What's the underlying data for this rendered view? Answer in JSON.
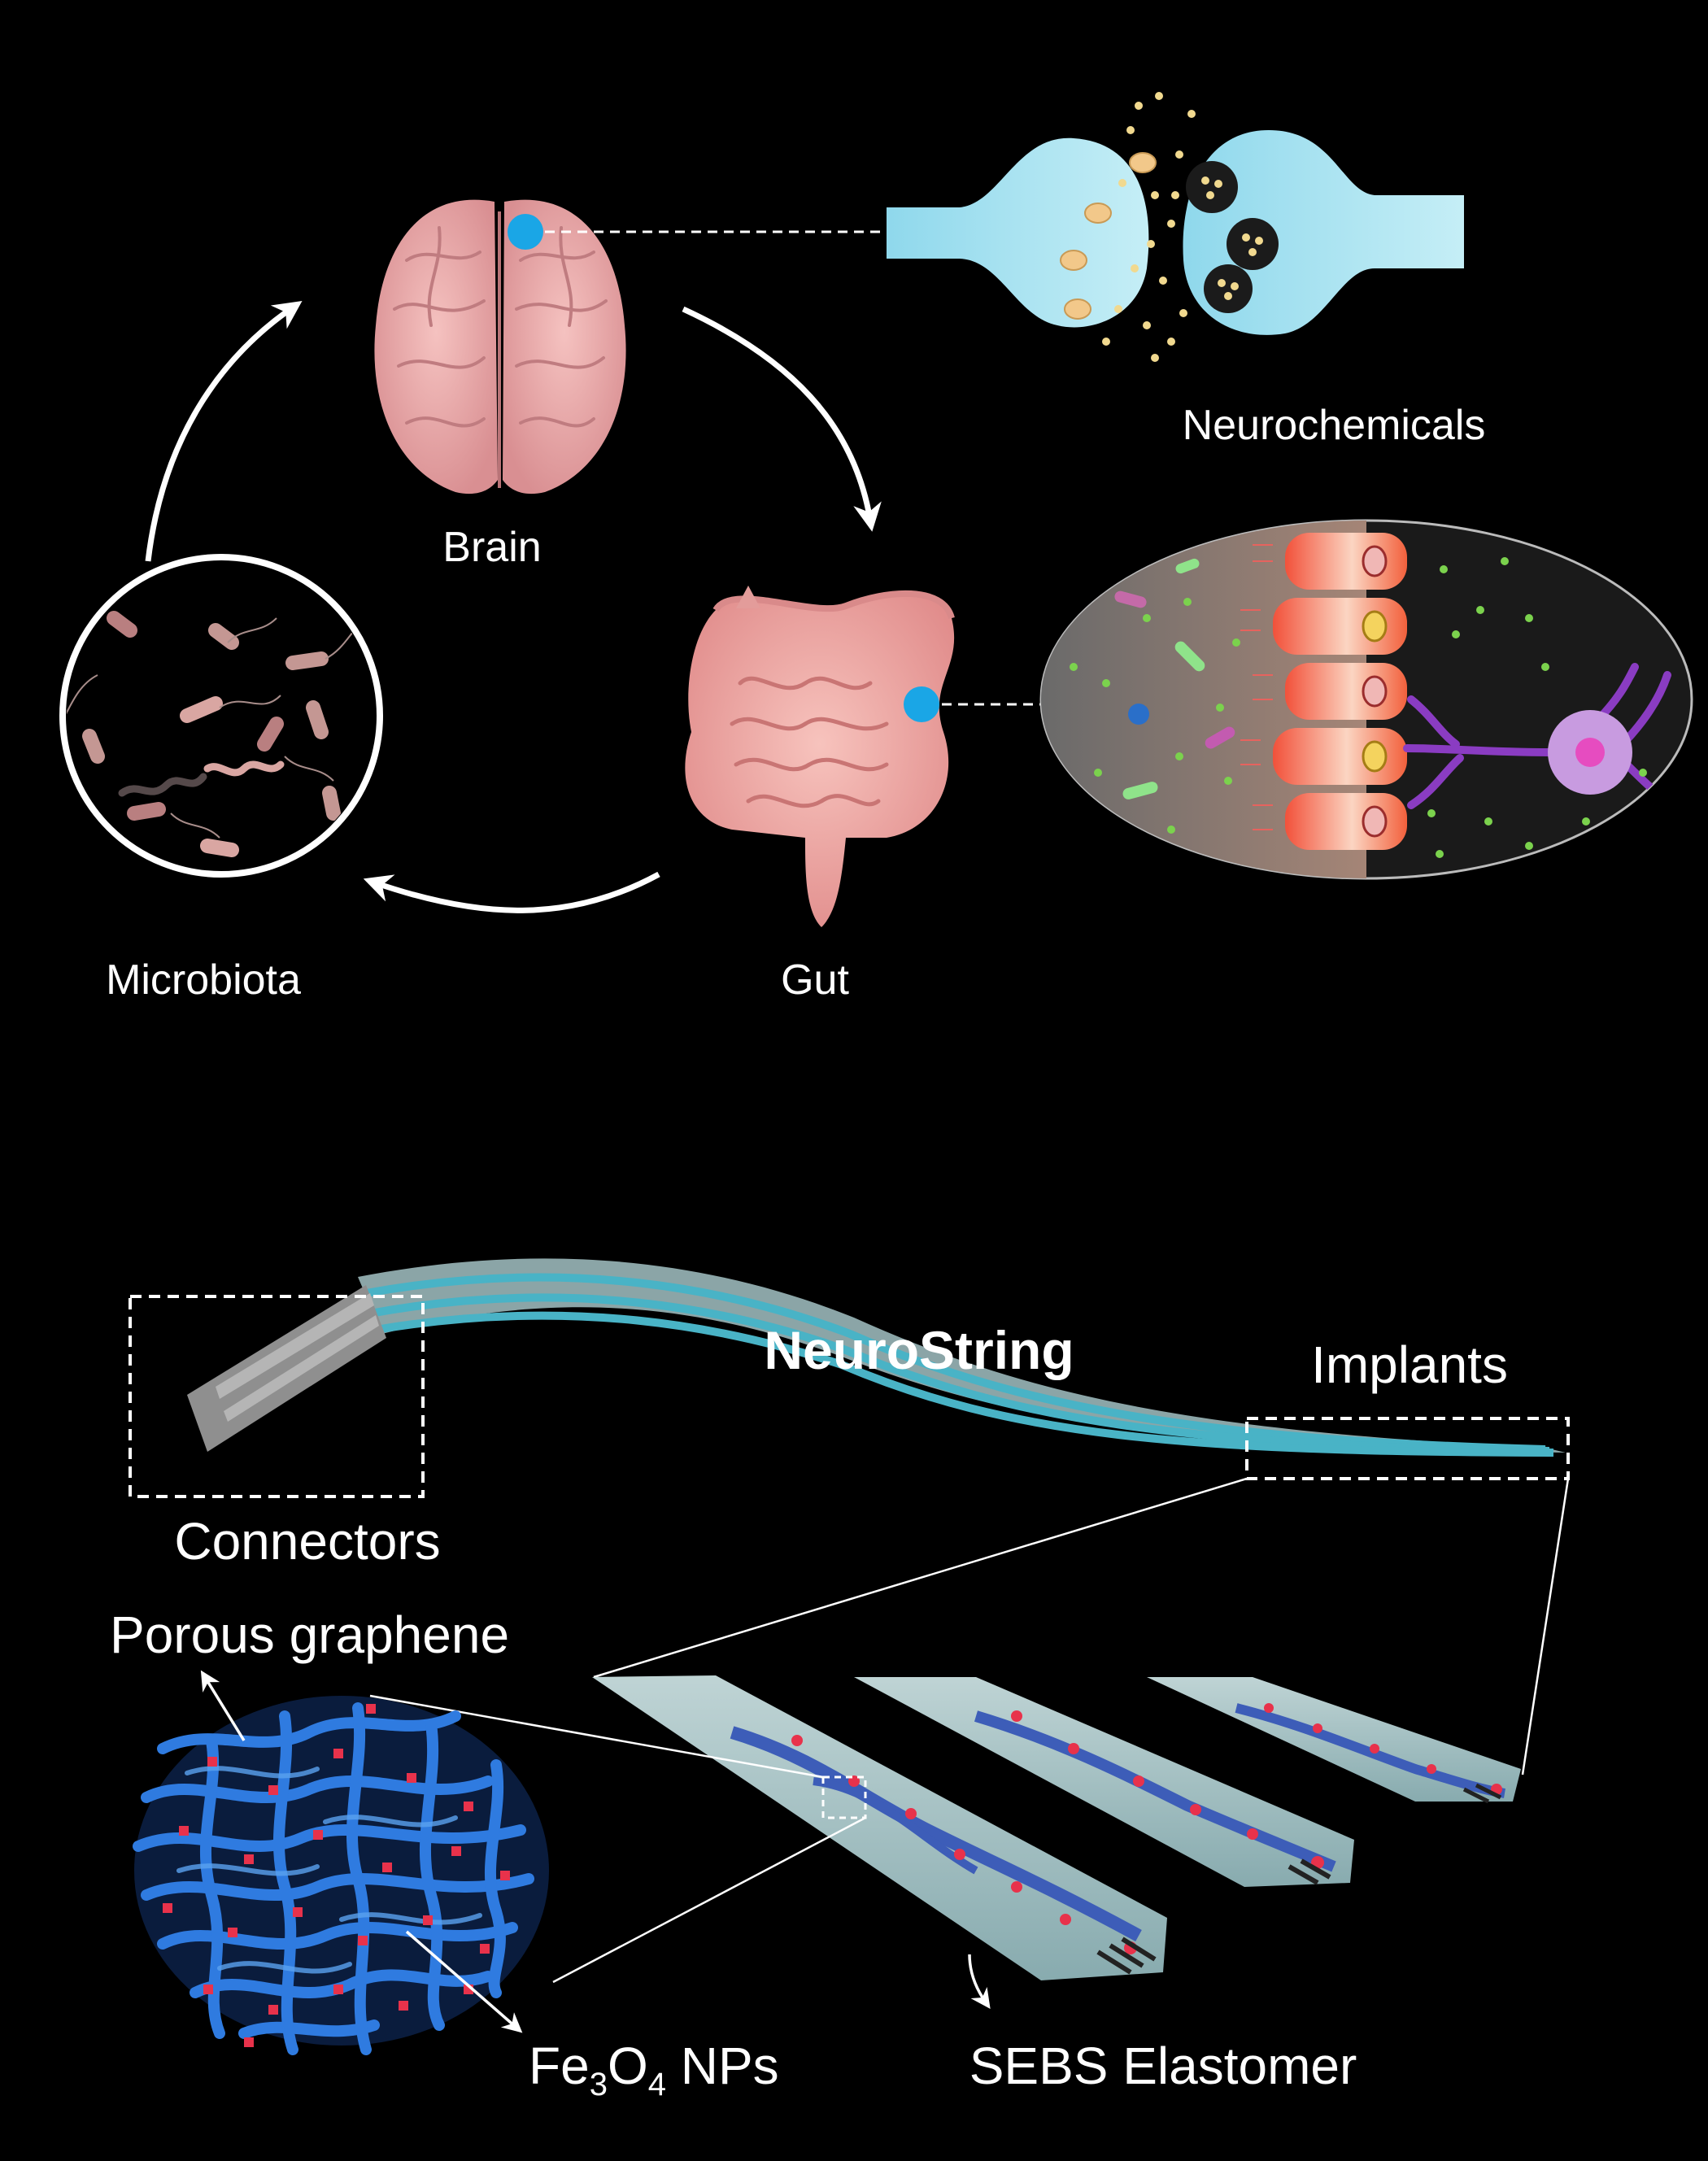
{
  "labels": {
    "brain": "Brain",
    "gut": "Gut",
    "microbiota": "Microbiota",
    "neurochemicals": "Neurochemicals",
    "neurostring": "NeuroString",
    "implants": "Implants",
    "connectors": "Connectors",
    "porous_graphene": "Porous graphene",
    "fe3o4_prefix": "Fe",
    "fe3o4_sub1": "3",
    "fe3o4_mid": "O",
    "fe3o4_sub2": "4",
    "fe3o4_suffix": " NPs",
    "sebs": "SEBS Elastomer"
  },
  "colors": {
    "background": "#000000",
    "brain": "#e8a5a5",
    "gut": "#f0a7a3",
    "marker": "#1aa6e6",
    "synapse": "#a9e3ef",
    "graphene": "#2f7be0",
    "nanoparticle": "#e8324b",
    "epithelium": "#f26a3b",
    "neuron": "#9a4cc8"
  }
}
